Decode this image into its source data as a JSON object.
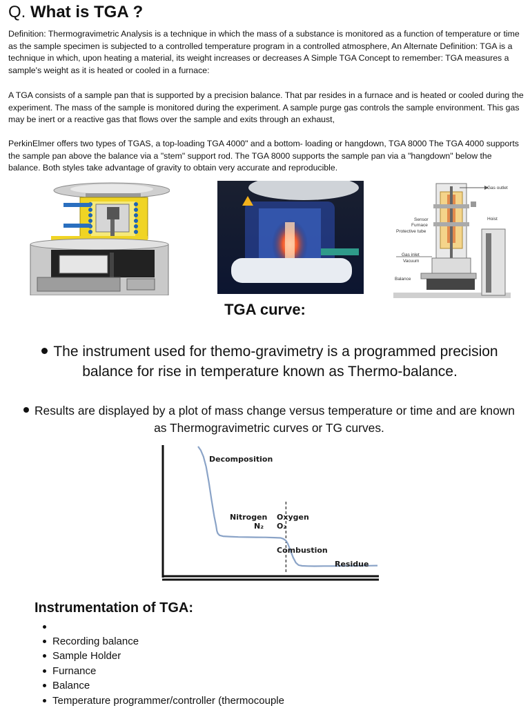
{
  "title": {
    "prefix": "Q.",
    "text": "What is TGA ?"
  },
  "paragraphs": [
    "Definition: Thermogravimetric Analysis is a technique in which the mass of a substance is monitored as a function of temperature or time as the sample specimen is subjected to a controlled temperature program in a controlled atmosphere, An Alternate Definition: TGA is a technique in which, upon heating a material, its weight increases or decreases A Simple TGA Concept to remember: TGA measures a sample's weight as it is heated or cooled in a furnace:",
    "A TGA consists of a sample pan that is supported by a precision balance. That par resides in a furnace and is heated or cooled during the experiment. The mass of the sample is monitored during the experiment. A sample purge gas controls the sample environment. This gas may be inert or a reactive gas that flows over the sample and exits through an exhaust,",
    "PerkinElmer offers two types of TGAS, a top-loading TGA 4000\" and a bottom- loading or hangdown, TGA 8000 The TGA 4000 supports the sample pan above the balance via a \"stem\" support rod. The TGA 8000 supports the sample pan via a \"hangdown\" below the balance. Both styles take advantage of gravity to obtain very accurate and reproducible."
  ],
  "figures": {
    "schematic_labels": {
      "gas_outlet": "Gas outlet",
      "sensor": "Sensor",
      "furnace": "Furnace",
      "protective_tube": "Protective tube",
      "hoist": "Hoist",
      "gas_inlet": "Gas inlet",
      "vacuum": "Vacuum",
      "balance": "Balance"
    }
  },
  "section_heading": "TGA curve:",
  "bullets": [
    "The instrument used for themo-gravimetry is a programmed precision balance for rise in temperature known as Thermo-balance.",
    "Results are displayed by a plot of mass change versus temperature or time and are known as Thermogravimetric curves or TG curves."
  ],
  "chart_data": {
    "type": "line",
    "title": "",
    "xlabel": "",
    "ylabel": "",
    "annotations": {
      "decomposition": "Decomposition",
      "nitrogen": "Nitrogen",
      "n2": "N₂",
      "oxygen": "Oxygen",
      "o2": "O₂",
      "combustion": "Combustion",
      "residue": "Residue"
    },
    "x": [
      0,
      3,
      6,
      9,
      12,
      15,
      18,
      20,
      21,
      22,
      24,
      28,
      35,
      45,
      55,
      65,
      75,
      85,
      92,
      95,
      98,
      100,
      103,
      106,
      109,
      112,
      116,
      122,
      130,
      140,
      150,
      160,
      175,
      190,
      200
    ],
    "y": [
      100,
      97,
      92,
      84,
      72,
      58,
      45,
      38,
      33.5,
      31.5,
      30,
      29.3,
      29,
      28.7,
      28.6,
      28.5,
      28.4,
      28.2,
      28,
      27.3,
      25.8,
      23.5,
      18,
      12.5,
      8.5,
      6.6,
      6,
      5.8,
      5.7,
      5.8,
      5.8,
      5.9,
      6,
      6.1,
      6.2
    ],
    "switch_x": 98,
    "line_color": "#8aa3c7",
    "xlim": [
      0,
      200
    ],
    "ylim": [
      0,
      100
    ],
    "grid": false
  },
  "instrumentation": {
    "title": "Instrumentation of TGA:",
    "items": [
      "",
      "Recording balance",
      "Sample Holder",
      "Furnance",
      " Balance",
      "Temperature programmer/controller (thermocouple"
    ]
  }
}
